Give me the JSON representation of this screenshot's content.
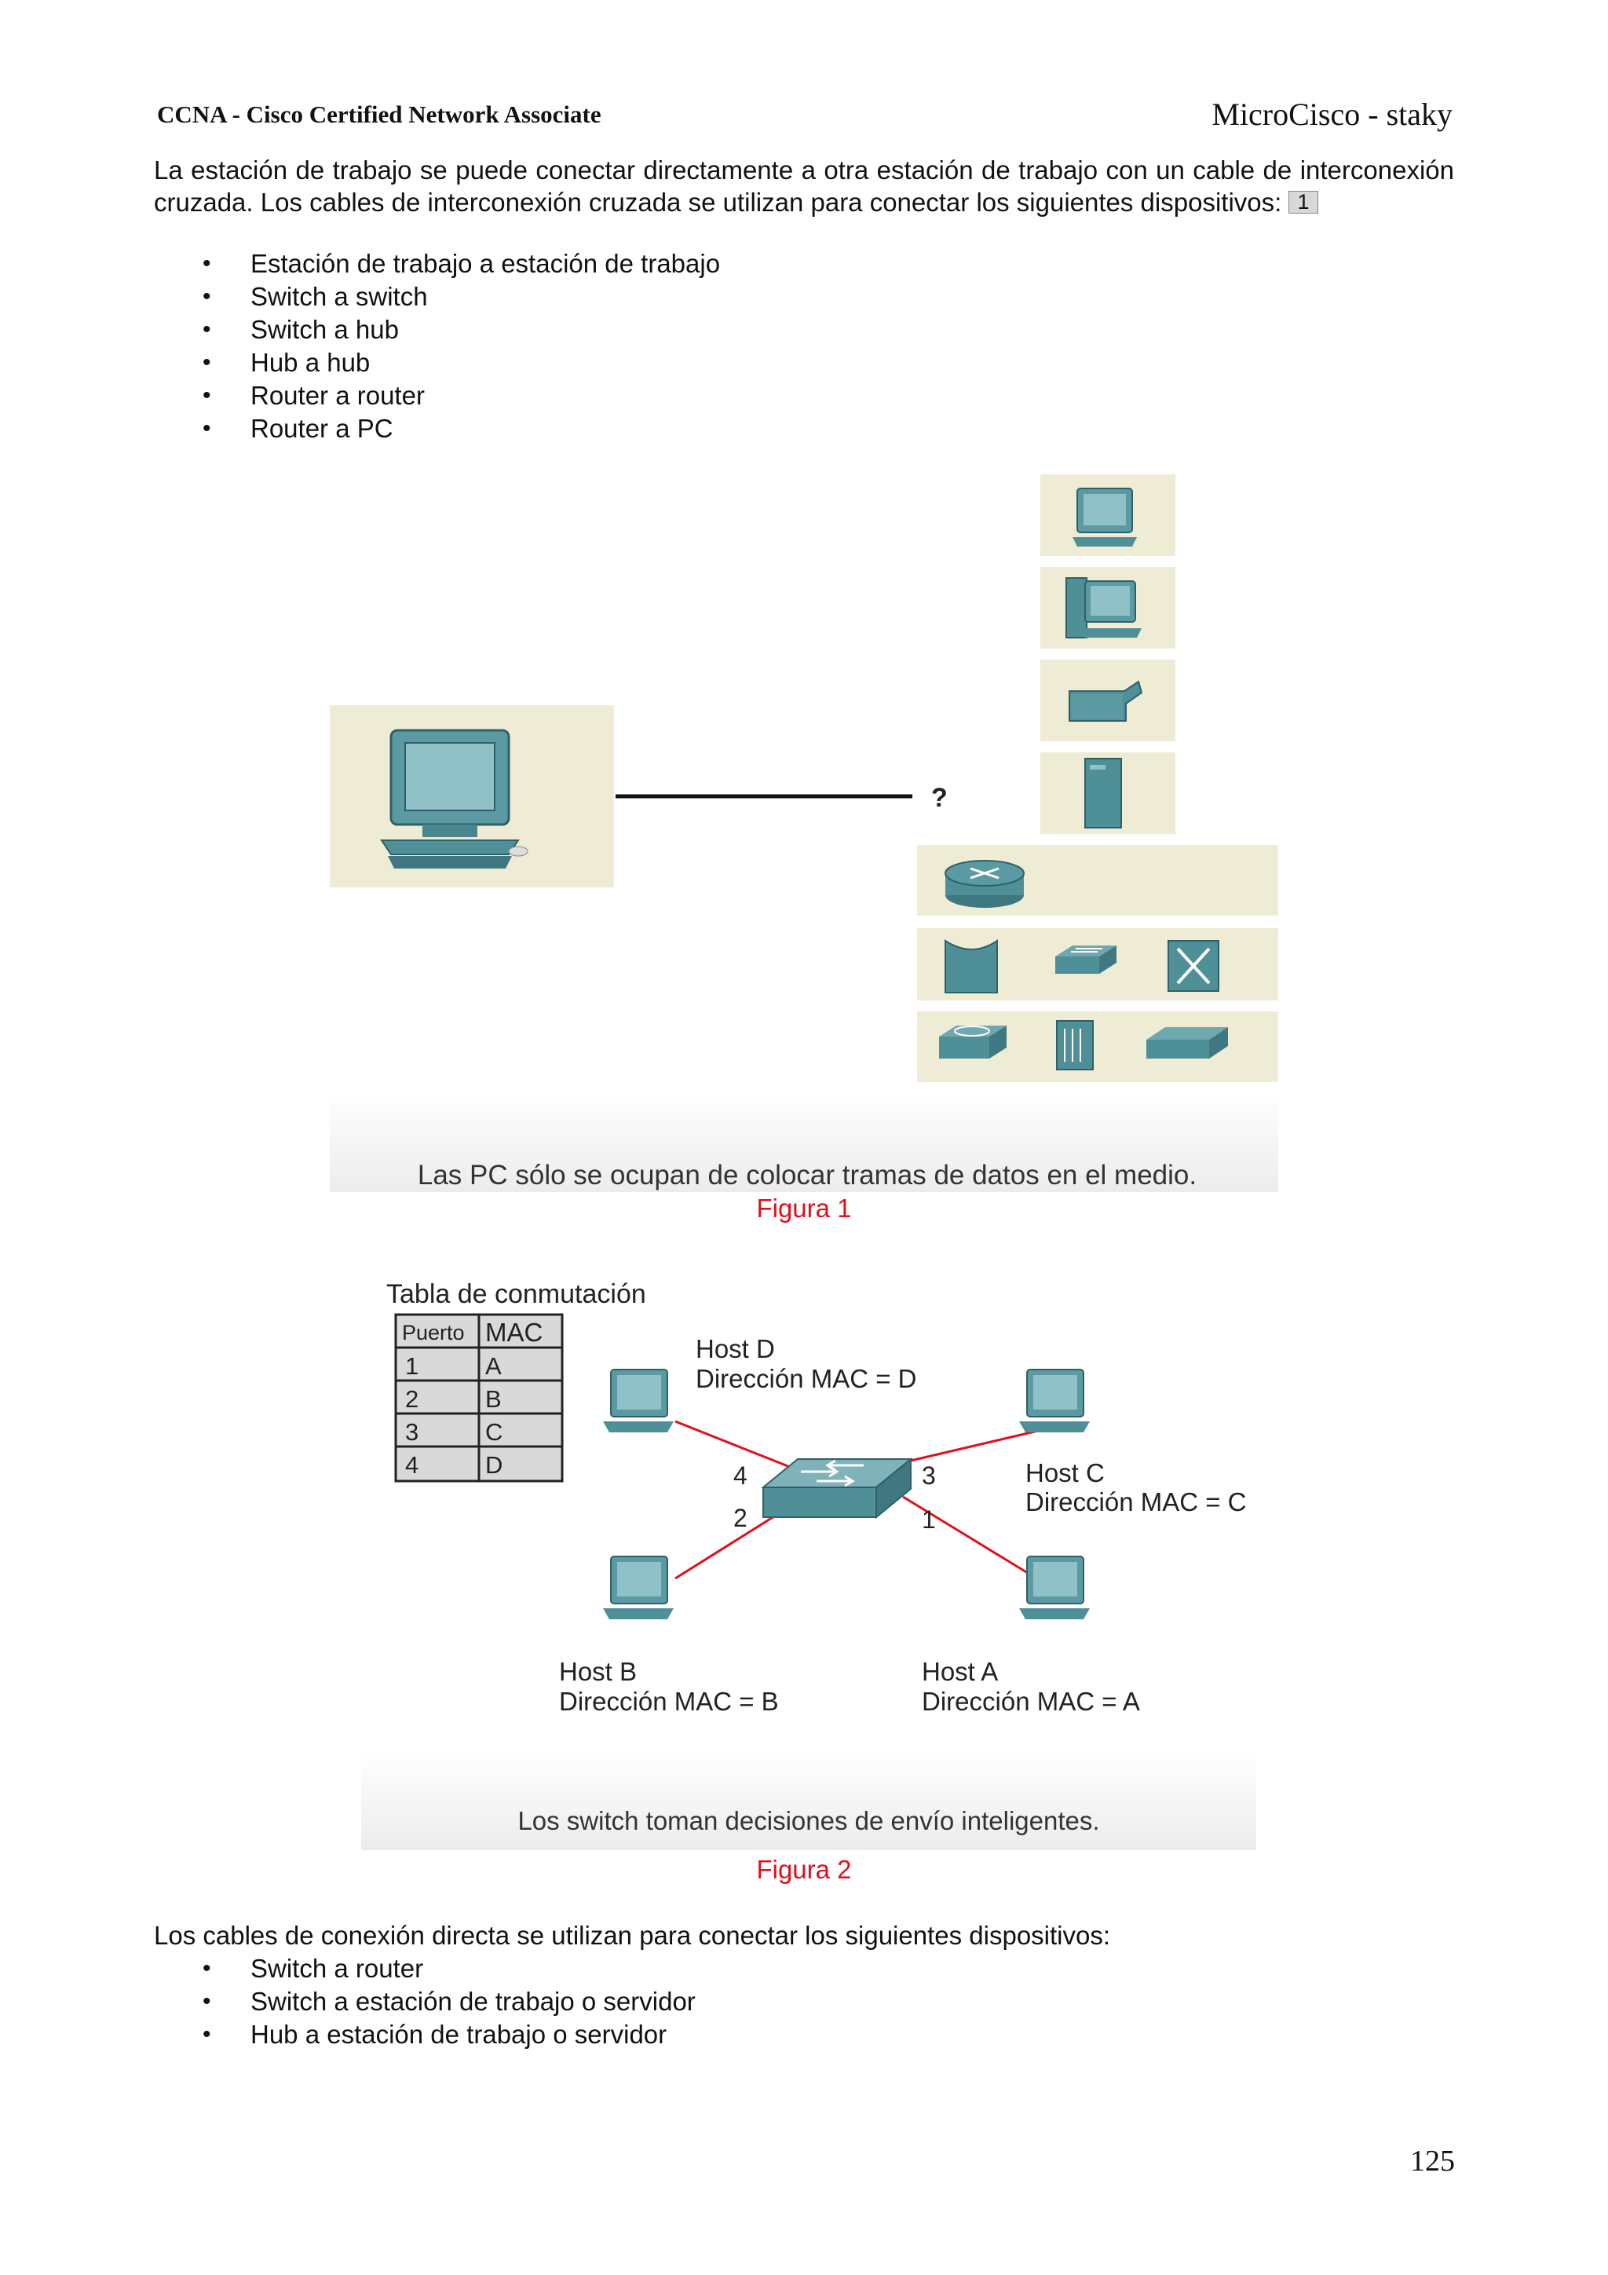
{
  "header": {
    "left": "CCNA - Cisco Certified Network Associate",
    "right": "MicroCisco - staky"
  },
  "intro": {
    "text": "La estación de trabajo se puede conectar directamente a otra estación de trabajo con un cable de interconexión cruzada. Los cables de interconexión cruzada se utilizan para conectar los siguientes dispositivos:",
    "ref": "1"
  },
  "crossover_list": [
    "Estación de trabajo a estación de trabajo",
    "Switch a switch",
    "Switch a hub",
    "Hub a hub",
    "Router a router",
    "Router a PC"
  ],
  "figure1": {
    "question_mark": "?",
    "caption": "Las PC sólo se ocupan de colocar tramas de datos en el medio.",
    "label": "Figura 1"
  },
  "figure2": {
    "table_title": "Tabla de conmutación",
    "table_headers": [
      "Puerto",
      "MAC"
    ],
    "table_rows": [
      [
        "1",
        "A"
      ],
      [
        "2",
        "B"
      ],
      [
        "3",
        "C"
      ],
      [
        "4",
        "D"
      ]
    ],
    "hosts": {
      "d": {
        "name": "Host D",
        "mac": "Dirección MAC = D"
      },
      "c": {
        "name": "Host C",
        "mac": "Dirección MAC = C"
      },
      "b": {
        "name": "Host B",
        "mac": "Dirección MAC = B"
      },
      "a": {
        "name": "Host A",
        "mac": "Dirección MAC = A"
      }
    },
    "ports": {
      "p4": "4",
      "p3": "3",
      "p2": "2",
      "p1": "1"
    },
    "caption": "Los switch toman decisiones de envío inteligentes.",
    "label": "Figura 2"
  },
  "straight": {
    "text": "Los cables de conexión directa se utilizan para conectar los siguientes dispositivos:"
  },
  "straight_list": [
    "Switch a router",
    "Switch a estación de trabajo o servidor",
    "Hub a estación de trabajo o servidor"
  ],
  "page_number": "125",
  "colors": {
    "figure_label": "#e0101a",
    "device_teal": "#4f8f97",
    "panel_beige": "#efecd5",
    "link_red": "#e0101a"
  }
}
